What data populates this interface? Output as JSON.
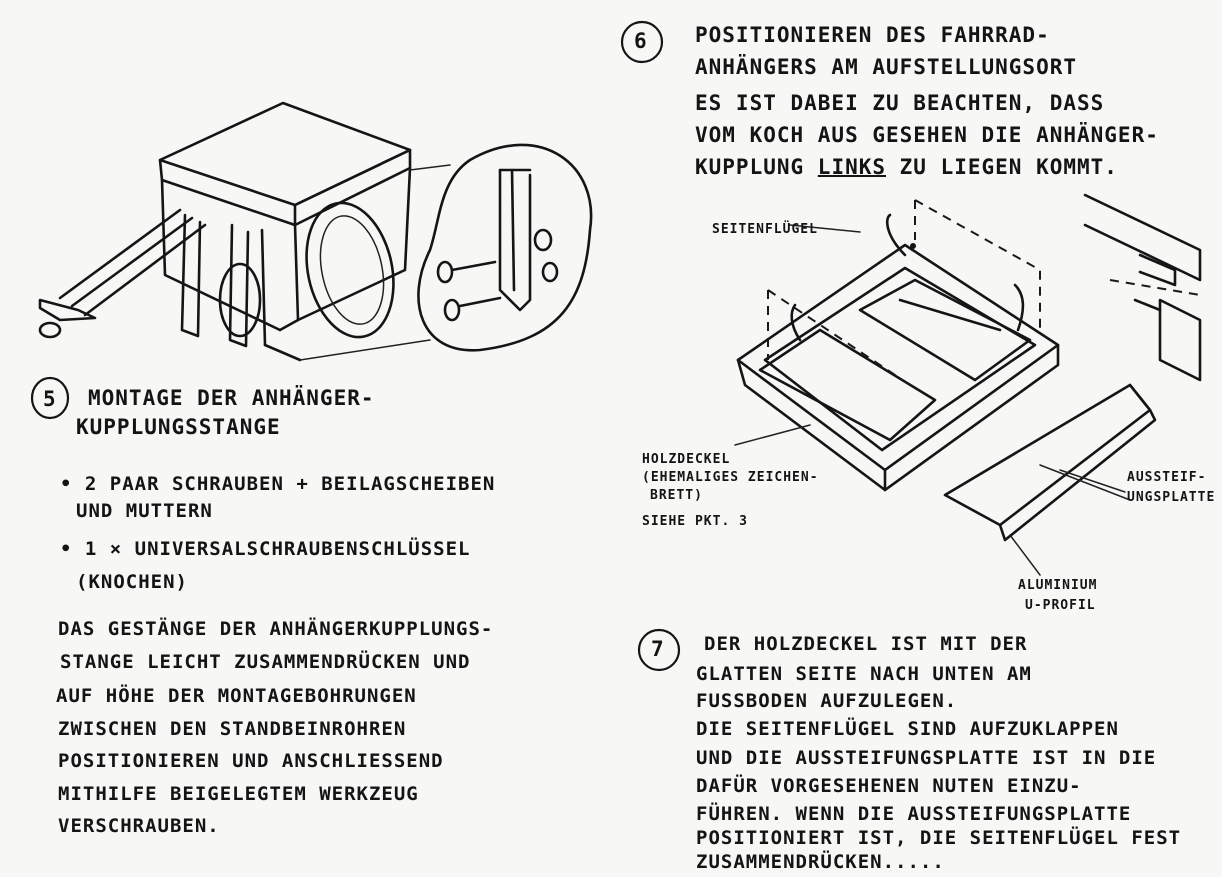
{
  "step5": {
    "number": "5",
    "title_line1": "MONTAGE DER ANHÄNGER-",
    "title_line2": "KUPPLUNGSSTANGE",
    "bullet1_line1": "• 2 PAAR SCHRAUBEN + BEILAGSCHEIBEN",
    "bullet1_line2": "UND MUTTERN",
    "bullet2_line1": "• 1 × UNIVERSALSCHRAUBENSCHLÜSSEL",
    "bullet2_line2": "(KNOCHEN)",
    "body_lines": [
      "DAS GESTÄNGE DER ANHÄNGERKUPPLUNGS-",
      "STANGE LEICHT ZUSAMMENDRÜCKEN UND",
      "AUF HÖHE DER MONTAGEBOHRUNGEN",
      "ZWISCHEN DEN STANDBEINROHREN",
      "POSITIONIEREN UND ANSCHLIESSEND",
      "MITHILFE BEIGELEGTEM WERKZEUG",
      "VERSCHRAUBEN."
    ]
  },
  "step6": {
    "number": "6",
    "lines": [
      "POSITIONIEREN DES FAHRRAD-",
      "ANHÄNGERS AM AUFSTELLUNGSORT",
      "ES IST DABEI ZU BEACHTEN, DASS",
      "VOM KOCH AUS GESEHEN DIE ANHÄNGER-"
    ],
    "last_line_pre": "KUPPLUNG ",
    "last_line_underlined": "LINKS",
    "last_line_post": " ZU LIEGEN KOMMT."
  },
  "labels": {
    "seitenfluegel": "SEITENFLÜGEL",
    "holzdeckel_lines": [
      "HOLZDECKEL",
      "(EHEMALIGES ZEICHEN-",
      "BRETT)",
      "SIEHE PKT. 3"
    ],
    "aussteifung_lines": [
      "AUSSTEIF-",
      "UNGSPLATTE"
    ],
    "aluminium_lines": [
      "ALUMINIUM",
      "U-PROFIL"
    ]
  },
  "step7": {
    "number": "7",
    "lines": [
      "DER HOLZDECKEL IST MIT DER",
      "GLATTEN SEITE NACH UNTEN AM",
      "FUSSBODEN AUFZULEGEN.",
      "DIE SEITENFLÜGEL SIND AUFZUKLAPPEN",
      "UND DIE AUSSTEIFUNGSPLATTE IST IN DIE",
      "DAFÜR VORGESEHENEN NUTEN EINZU-",
      "FÜHREN. WENN DIE AUSSTEIFUNGSPLATTE",
      "POSITIONIERT IST, DIE SEITENFLÜGEL FEST",
      "ZUSAMMENDRÜCKEN....."
    ]
  }
}
